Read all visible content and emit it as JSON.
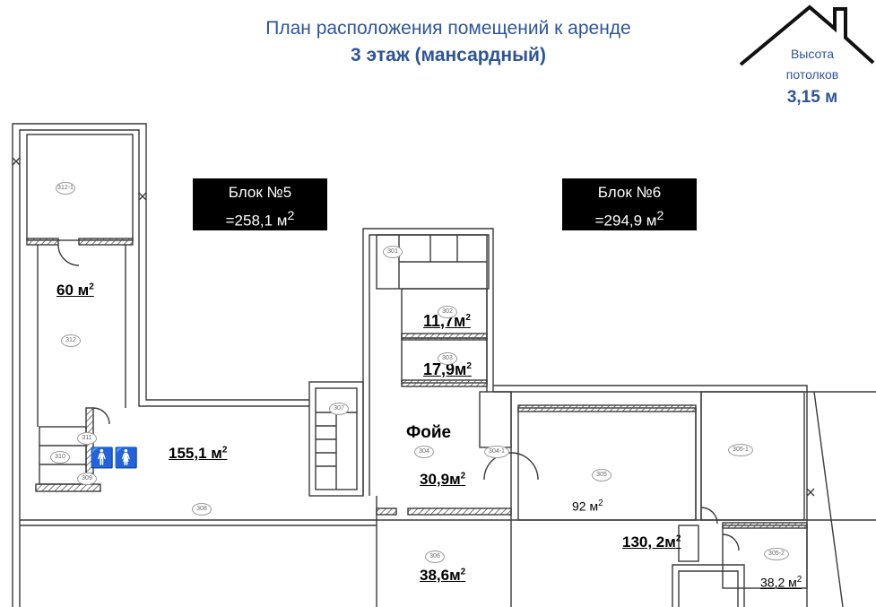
{
  "header": {
    "title_line1": "План расположения помещений к аренде",
    "title_line2": "3 этаж (мансардный)"
  },
  "ceiling": {
    "label_line1": "Высота",
    "label_line2": "потолков",
    "value": "3,15 м"
  },
  "blocks": [
    {
      "name": "Блок №5",
      "area": "=258,1 м",
      "sup": "2"
    },
    {
      "name": "Блок №6",
      "area": "=294,9 м",
      "sup": "2"
    }
  ],
  "areas": {
    "a60": "60 м",
    "a155": "155,1 м",
    "a117": "11,7м",
    "a179": "17,9м",
    "foyer": "Фойе",
    "a309": "30,9м",
    "a386": "38,6м",
    "a92": "92 м",
    "a1302": "130, 2м",
    "a382": "38,2 м",
    "sup": "2"
  },
  "room_numbers": [
    "312-1",
    "312",
    "311",
    "310",
    "309",
    "308",
    "307",
    "301",
    "302",
    "303",
    "304",
    "304-1",
    "306",
    "305",
    "305-1",
    "305-2"
  ],
  "icons": {
    "wc": "restroom-icon",
    "roof": "roof-outline-icon"
  },
  "colors": {
    "title": "#2f5597",
    "wall": "#3a3a3a",
    "hatch": "#555555"
  }
}
